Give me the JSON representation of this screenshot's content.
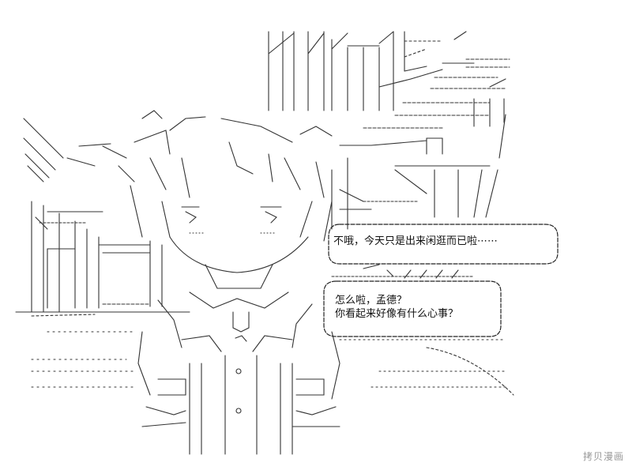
{
  "dialogue": {
    "bubble1": {
      "line1": "不哦，今天只是出来闲逛而已啦⋯⋯"
    },
    "bubble2": {
      "line1": "怎么啦，孟德？",
      "line2": "你看起来好像有什么心事？"
    }
  },
  "watermark": "拷贝漫画",
  "colors": {
    "ink": "#222222",
    "background": "#ffffff",
    "watermark": "#9a9a9a"
  }
}
